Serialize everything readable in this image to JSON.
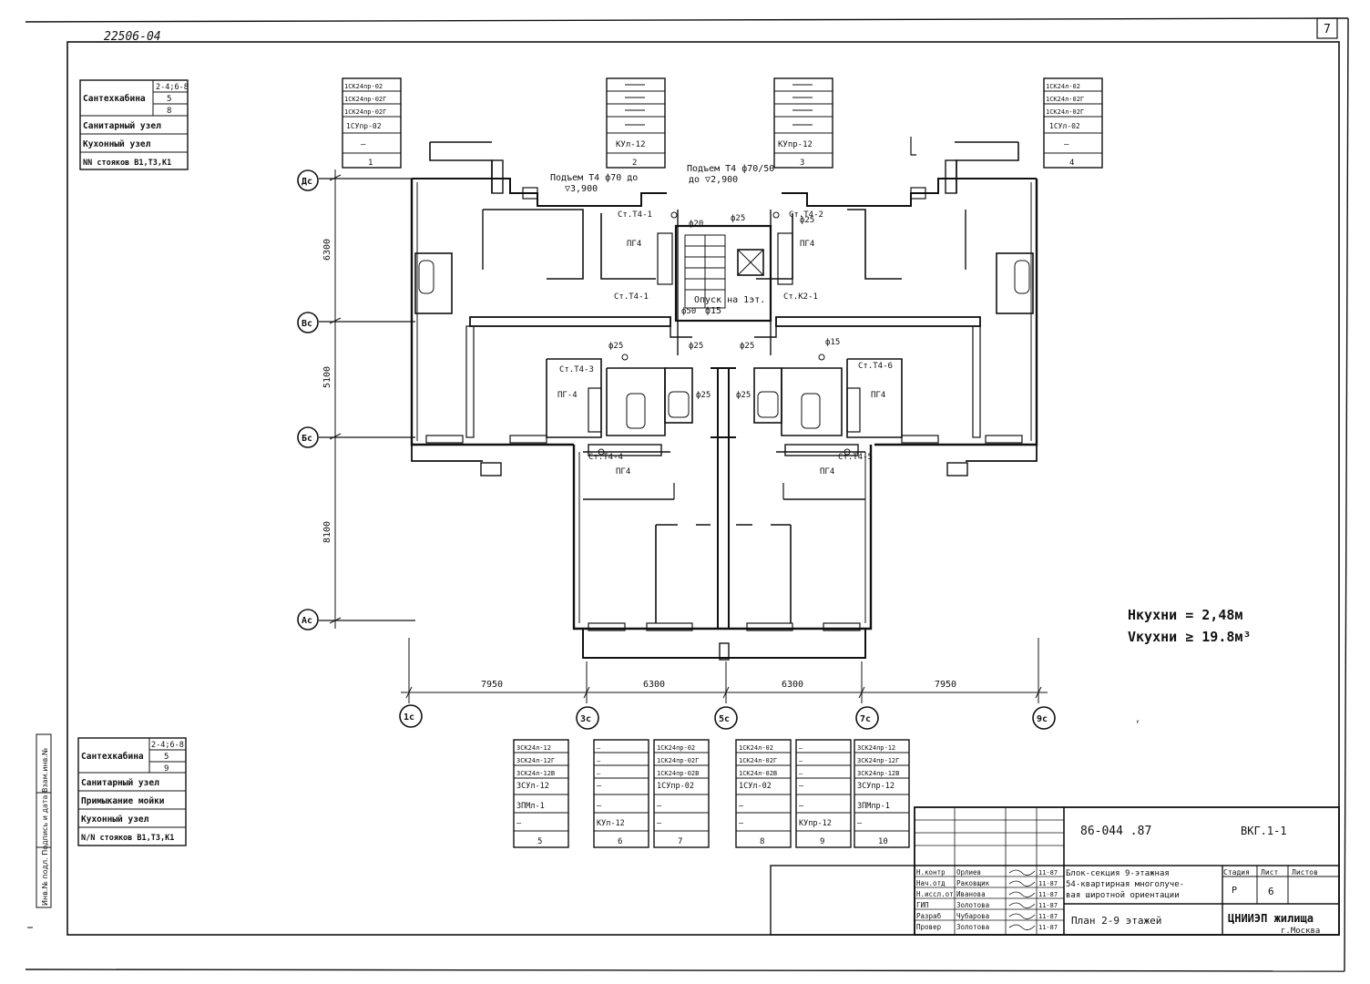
{
  "sheet_number": "7",
  "inventory_number": "22506-04",
  "top_legend": {
    "rows": [
      {
        "label": "Сантехкабина",
        "values": [
          "2-4;6-8",
          "5",
          "8"
        ]
      },
      {
        "label": "Санитарный узел"
      },
      {
        "label": "Кухонный узел"
      },
      {
        "label": "NN стояков В1,Т3,К1"
      }
    ]
  },
  "bottom_legend": {
    "rows": [
      {
        "label": "Сантехкабина",
        "values": [
          "2-4;6-8",
          "5",
          "9"
        ]
      },
      {
        "label": "Санитарный узел"
      },
      {
        "label": "Примыкание мойки"
      },
      {
        "label": "Кухонный узел"
      },
      {
        "label": "N/N стояков В1,Т3,К1"
      }
    ]
  },
  "top_schedules": [
    {
      "id": "1",
      "cells": [
        "1СК24пр-02",
        "1СК24пр-02Г",
        "1СК24пр-02Г",
        "1СУпр-02",
        "—"
      ]
    },
    {
      "id": "2",
      "cells": [
        "",
        "",
        "",
        "",
        "КУл-12"
      ]
    },
    {
      "id": "3",
      "cells": [
        "",
        "",
        "",
        "",
        "КУпр-12"
      ]
    },
    {
      "id": "4",
      "cells": [
        "1СК24л-02",
        "1СК24л-02Г",
        "1СК24л-02Г",
        "1СУл-02",
        "—"
      ]
    }
  ],
  "bottom_schedules": [
    {
      "id": "5",
      "cells": [
        "3СК24л-12",
        "3СК24л-12Г",
        "3СК24л-12В",
        "3СУл-12",
        "3ПМл-1",
        "—"
      ]
    },
    {
      "id": "6",
      "cells": [
        "—",
        "—",
        "—",
        "—",
        "—",
        "КУл-12"
      ]
    },
    {
      "id": "7",
      "cells": [
        "1СК24пр-02",
        "1СК24пр-02Г",
        "1СК24пр-02В",
        "1СУпр-02",
        "—",
        "—"
      ]
    },
    {
      "id": "8",
      "cells": [
        "1СК24л-02",
        "1СК24л-02Г",
        "1СК24л-02В",
        "1СУл-02",
        "—",
        "—"
      ]
    },
    {
      "id": "9",
      "cells": [
        "—",
        "—",
        "—",
        "—",
        "—",
        "КУпр-12"
      ]
    },
    {
      "id": "10",
      "cells": [
        "3СК24пр-12",
        "3СК24пр-12Г",
        "3СК24пр-12В",
        "3СУпр-12",
        "3ПМпр-1",
        "—"
      ]
    }
  ],
  "axes": {
    "rows": [
      "Дс",
      "Вс",
      "Бс",
      "Ас"
    ],
    "columns": [
      "1с",
      "3с",
      "5с",
      "7с",
      "9с"
    ],
    "row_dims": [
      "6300",
      "5100",
      "8100"
    ],
    "col_dims": [
      "7950",
      "6300",
      "6300",
      "7950"
    ]
  },
  "annotations": {
    "riser_up_left": "Подъем Т4 ф70 до",
    "riser_up_left_level": "▽3,900",
    "riser_up_right": "Подъем Т4 ф70/50",
    "riser_up_right_level": "до ▽2,900",
    "riser_down": "Опуск на 1эт.",
    "riser_down_dia": "ф15",
    "risers": [
      "Ст.Т4-1",
      "Ст.Т4-2",
      "Ст.Т4-3",
      "Ст.Т4-4",
      "Ст.Т4-5",
      "Ст.Т4-6",
      "Ст.Т4-1",
      "Ст.К2-1"
    ],
    "diameters": [
      "ф20",
      "ф25",
      "ф25",
      "ф25",
      "ф25",
      "ф50",
      "ф25",
      "ф25",
      "ф15",
      "ф25"
    ],
    "rooms": [
      "ПГ4",
      "ПГ4",
      "ПГ-4",
      "ПГ4",
      "ПГ4",
      "ПГ4"
    ],
    "kitchen_height": "Hкухни = 2,48м",
    "kitchen_volume": "Vкухни ≥ 19.8м³"
  },
  "title_block": {
    "code": "86-044 .87",
    "sheet_code": "ВКГ.1-1",
    "project_line1": "Блок-секция 9-этажная",
    "project_line2": "54-квартирная многолуче-",
    "project_line3": "вая широтной ориентации",
    "drawing_title": "План 2-9 этажей",
    "organization": "ЦНИИЭП жилища",
    "city": "г.Москва",
    "stage_header": "Стадия",
    "sheet_header": "Лист",
    "sheets_header": "Листов",
    "stage": "Р",
    "sheet": "6",
    "staff": [
      {
        "role": "Н.контр",
        "name": "Орлиев"
      },
      {
        "role": "Нач.отд",
        "name": "Раковщик"
      },
      {
        "role": "Н.иссл.от",
        "name": "Иванова"
      },
      {
        "role": "ГИП",
        "name": "Золотова"
      },
      {
        "role": "Разраб",
        "name": "Чубарова"
      },
      {
        "role": "Провер",
        "name": "Золотова"
      }
    ],
    "dates": [
      "11-87",
      "11-87",
      "11-87",
      "11-87",
      "11-87",
      "11-87"
    ]
  },
  "side_stamp": "Инв.№ подл. Подпись и дата Взам.инв.№"
}
